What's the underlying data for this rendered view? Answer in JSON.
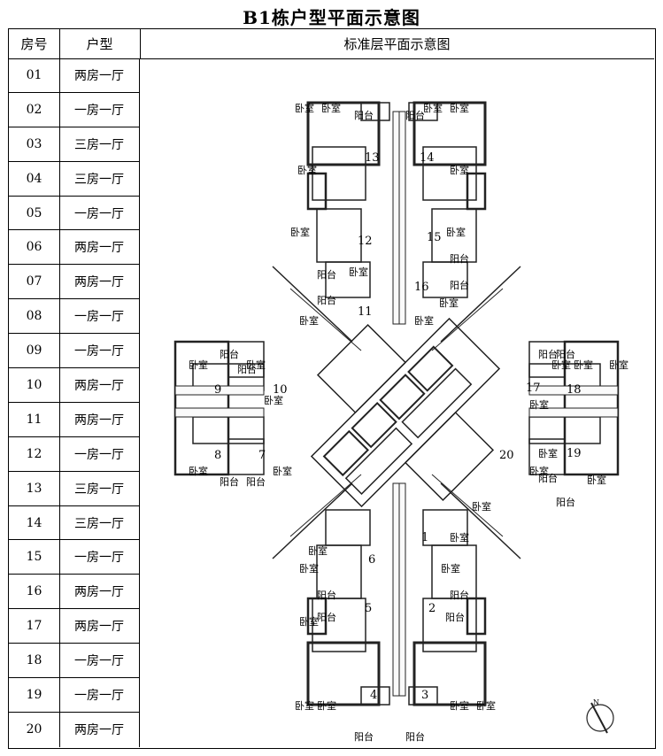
{
  "title": "B1栋户型平面示意图",
  "header": {
    "room": "房号",
    "type": "户型",
    "plan": "标准层平面示意图"
  },
  "rows": [
    {
      "room": "01",
      "type": "两房一厅"
    },
    {
      "room": "02",
      "type": "一房一厅"
    },
    {
      "room": "03",
      "type": "三房一厅"
    },
    {
      "room": "04",
      "type": "三房一厅"
    },
    {
      "room": "05",
      "type": "一房一厅"
    },
    {
      "room": "06",
      "type": "两房一厅"
    },
    {
      "room": "07",
      "type": "两房一厅"
    },
    {
      "room": "08",
      "type": "一房一厅"
    },
    {
      "room": "09",
      "type": "一房一厅"
    },
    {
      "room": "10",
      "type": "两房一厅"
    },
    {
      "room": "11",
      "type": "两房一厅"
    },
    {
      "room": "12",
      "type": "一房一厅"
    },
    {
      "room": "13",
      "type": "三房一厅"
    },
    {
      "room": "14",
      "type": "三房一厅"
    },
    {
      "room": "15",
      "type": "一房一厅"
    },
    {
      "room": "16",
      "type": "两房一厅"
    },
    {
      "room": "17",
      "type": "两房一厅"
    },
    {
      "room": "18",
      "type": "一房一厅"
    },
    {
      "room": "19",
      "type": "一房一厅"
    },
    {
      "room": "20",
      "type": "两房一厅"
    }
  ],
  "plan_labels": {
    "bedroom": "卧室",
    "balcony": "阳台",
    "compass": "N"
  }
}
